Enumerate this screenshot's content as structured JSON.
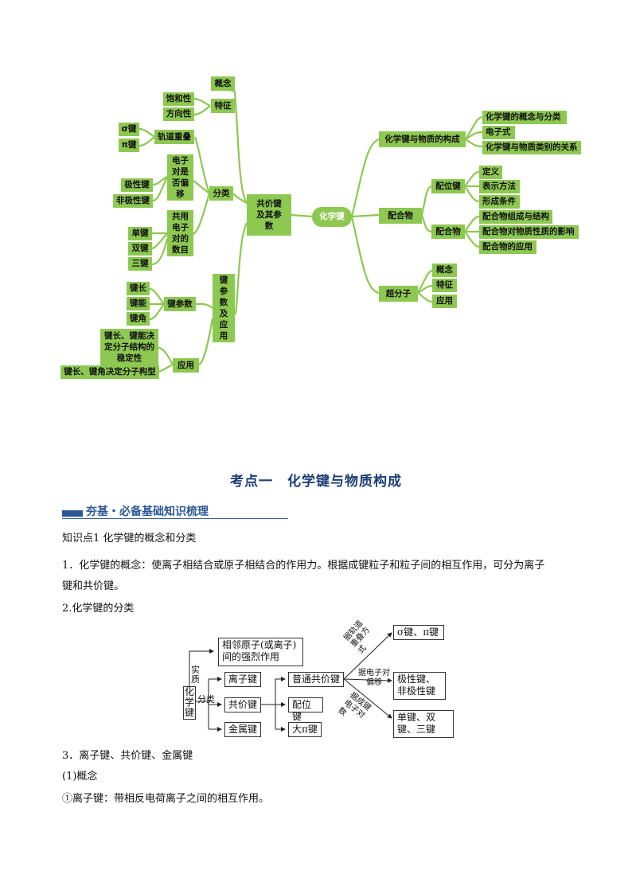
{
  "mindmap": {
    "root": "化学键",
    "covalent": {
      "label": "共价键及其参数",
      "concept": "概念",
      "feature": {
        "label": "特征",
        "items": [
          "饱和性",
          "方向性"
        ]
      },
      "classify": {
        "label": "分类",
        "overlap": {
          "label": "轨道重叠",
          "items": [
            "σ键",
            "π键"
          ]
        },
        "shift": {
          "label": "电子对是否偏移",
          "items": [
            "极性键",
            "非极性键"
          ]
        },
        "pairs": {
          "label": "共用电子对的数目",
          "items": [
            "单键",
            "双键",
            "三键"
          ]
        }
      },
      "params": {
        "label": "键参数及应用",
        "kind": {
          "label": "键参数",
          "items": [
            "键长",
            "键能",
            "键角"
          ]
        },
        "use": {
          "label": "应用",
          "items": [
            "键长、键能决定分子结构的稳定性",
            "键长、键角决定分子构型"
          ]
        }
      }
    },
    "bond_matter": {
      "label": "化学键与物质的构成",
      "items": [
        "化学键的概念与分类",
        "电子式",
        "化学键与物质类别的关系"
      ]
    },
    "complex": {
      "label": "配合物",
      "coord": {
        "label": "配位键",
        "items": [
          "定义",
          "表示方法",
          "形成条件"
        ]
      },
      "comp": {
        "label": "配合物",
        "items": [
          "配合物组成与结构",
          "配合物对物质性质的影响",
          "配合物的应用"
        ]
      }
    },
    "super": {
      "label": "超分子",
      "items": [
        "概念",
        "特征",
        "应用"
      ]
    }
  },
  "section_title": "考点一　化学键与物质构成",
  "banner": "夯基・必备基础知识梳理",
  "kp1": "知识点1  化学键的概念和分类",
  "para1_line1": "1．化学键的概念：使离子相结合或原子相结合的作用力。根据成键粒子和粒子间的相互作用，可分为离子",
  "para1_line2": "键和共价键。",
  "para2": "2.化学键的分类",
  "flow": {
    "root": "化学键",
    "essence_label": "实质",
    "class_label": "分类",
    "essence": "相邻原子(或离子)间的强烈作用",
    "ionic": "离子键",
    "covalent": "共价键",
    "metallic": "金属键",
    "normal_cov": "普通共价键",
    "coord": "配位键",
    "pi": "大π键",
    "by_overlap": "据轨道重叠方式",
    "by_shift": "据电子对偏移",
    "by_count": "据成键电子对数",
    "sigma_pi": "σ键、π键",
    "polar": "极性键、非极性键",
    "multi": "单键、双键、三键"
  },
  "para3": "3．离子键、共价键、金属键",
  "para3_sub": "(1)概念",
  "para3_item": "①离子键：带相反电荷离子之间的相互作用。"
}
